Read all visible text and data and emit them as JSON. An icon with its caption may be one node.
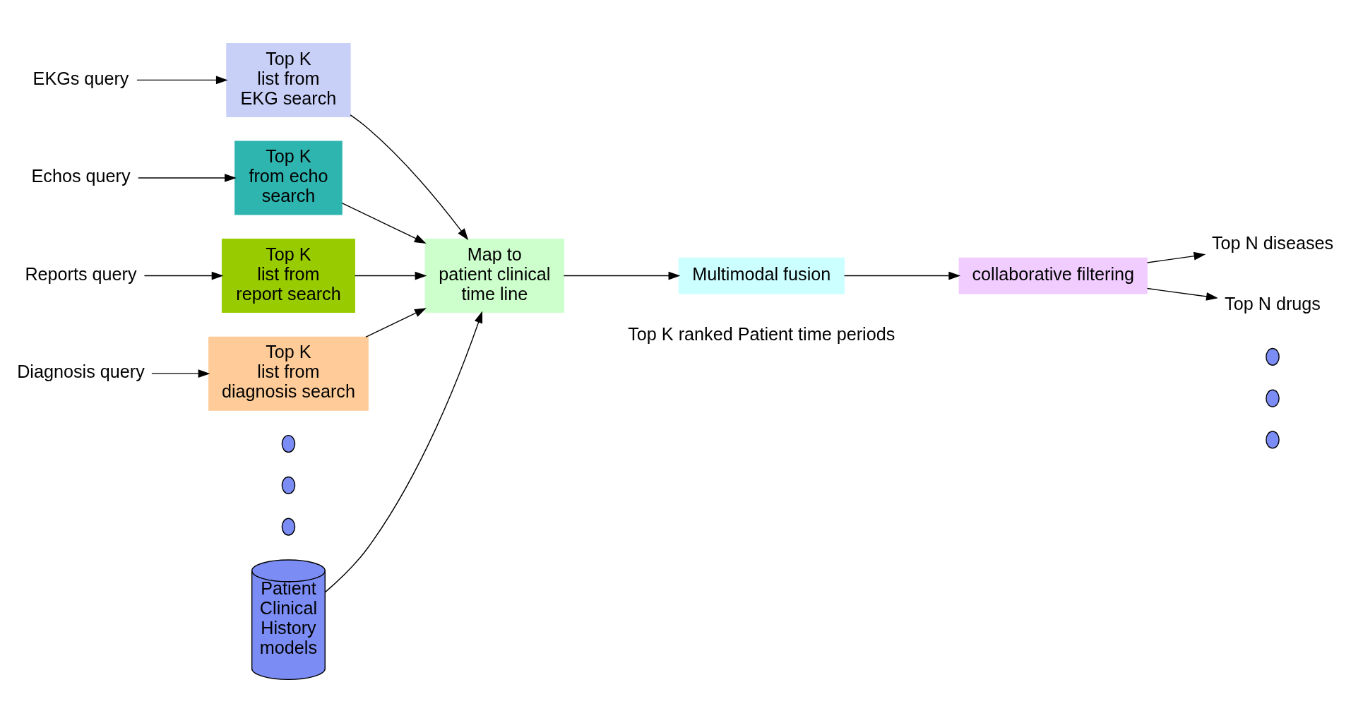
{
  "diagram": {
    "nodes": [
      {
        "text": [
          "EKGs query"
        ]
      },
      {
        "text": [
          "Top K list from EKG search"
        ]
      },
      {
        "text": [
          "Echos query"
        ]
      },
      {
        "text": [
          "Top K from echo search"
        ]
      },
      {
        "text": [
          "Reports query"
        ]
      },
      {
        "text": [
          "Top K list from report search"
        ]
      },
      {
        "text": [
          "Diagnosis query"
        ]
      },
      {
        "text": [
          "Top K list from diagnosis search"
        ]
      },
      {
        "text": [
          "Map to patient clinical time line"
        ]
      },
      {
        "text": [
          "Patient Clinical History models"
        ]
      },
      {
        "text": [
          "Multimodal fusion"
        ]
      },
      {
        "text": [
          "collaborative filtering"
        ]
      },
      {
        "text": [
          "Top N diseases"
        ]
      },
      {
        "text": [
          "Top N drugs"
        ]
      },
      {
        "text": [],
        "shape": "circle"
      },
      {
        "text": [],
        "shape": "circle"
      },
      {
        "text": [],
        "shape": "circle"
      },
      {
        "text": [],
        "shape": "circle"
      },
      {
        "text": [],
        "shape": "circle"
      },
      {
        "text": [],
        "shape": "circle"
      }
    ],
    "edges": [
      {
        "from": 0,
        "to": 1,
        "arrow": "to"
      },
      {
        "from": 2,
        "to": 3,
        "arrow": "to"
      },
      {
        "from": 4,
        "to": 5,
        "arrow": "to"
      },
      {
        "from": 6,
        "to": 7,
        "arrow": "to"
      },
      {
        "from": 1,
        "to": 8,
        "arrow": "to"
      },
      {
        "from": 3,
        "to": 8,
        "arrow": "to"
      },
      {
        "from": 5,
        "to": 8,
        "arrow": "to"
      },
      {
        "from": 7,
        "to": 8,
        "arrow": "to"
      },
      {
        "from": 9,
        "to": 8,
        "arrow": "to"
      },
      {
        "from": 8,
        "to": 10,
        "arrow": "to"
      },
      {
        "from": 10,
        "to": 11,
        "arrow": "to"
      },
      {
        "from": 11,
        "to": 12,
        "arrow": "to"
      },
      {
        "from": 11,
        "to": 13,
        "arrow": "to"
      }
    ],
    "labels": [
      "Top K ranked Patient time periods"
    ]
  }
}
